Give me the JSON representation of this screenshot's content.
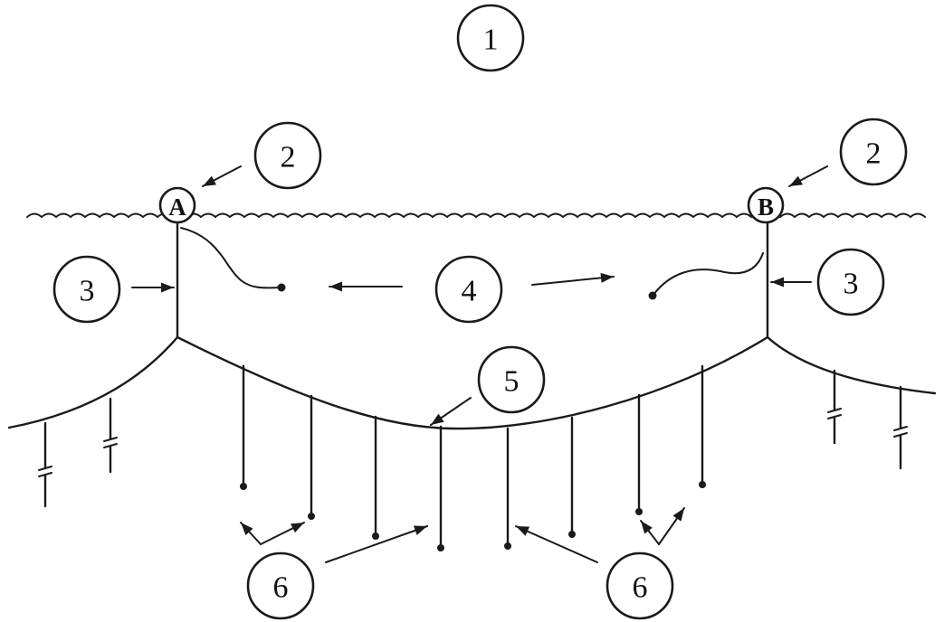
{
  "callouts": {
    "c1": "1",
    "c2_left": "2",
    "c2_right": "2",
    "c3_left": "3",
    "c3_right": "3",
    "c4": "4",
    "c5": "5",
    "c6_left": "6",
    "c6_right": "6"
  },
  "buoys": {
    "left": "A",
    "right": "B"
  },
  "colors": {
    "ink": "#1a1a1a",
    "background": "#ffffff"
  }
}
